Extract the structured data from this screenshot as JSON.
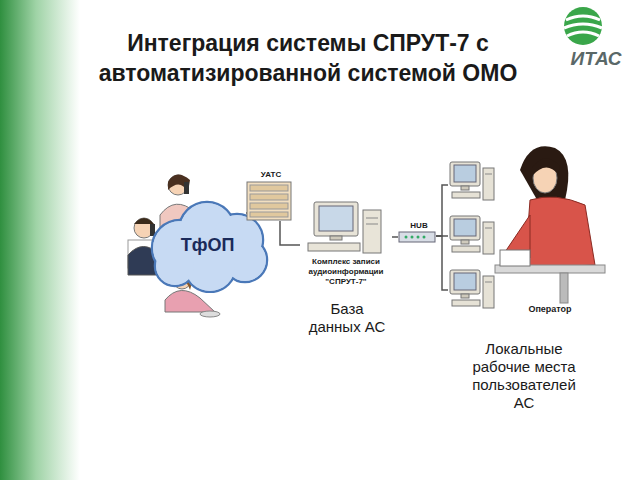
{
  "diagram": {
    "title": "Интеграция системы СПРУТ-7 с автоматизированной системой ОМО",
    "nodes": [
      {
        "text": [
          "ТфОП"
        ]
      },
      {
        "text": [
          "УАТС"
        ]
      },
      {
        "text": [
          "Комплекс записи аудиоинформации \"СПРУТ-7\""
        ]
      },
      {
        "text": [
          "HUB"
        ]
      }
    ],
    "edges": [
      {
        "from": 0,
        "to": 1,
        "arrow": "none"
      },
      {
        "from": 1,
        "to": 2,
        "arrow": "none"
      },
      {
        "from": 2,
        "to": 3,
        "arrow": "none"
      }
    ],
    "labels": [
      "ИТАС",
      "База данных АС",
      "Оператор",
      "Локальные рабочие места пользователей АС"
    ]
  }
}
